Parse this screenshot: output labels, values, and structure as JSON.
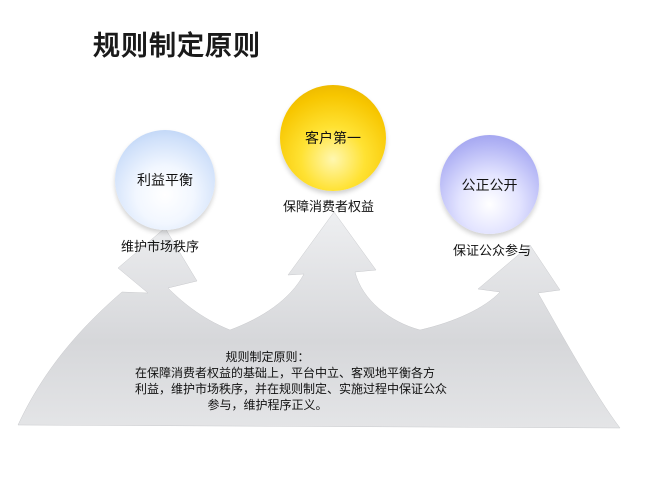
{
  "title": "规则制定原则",
  "nodes": {
    "left": {
      "circle_text": "利益平衡",
      "caption": "维护市场秩序"
    },
    "center": {
      "circle_text": "客户第一",
      "caption": "保障消费者权益"
    },
    "right": {
      "circle_text": "公正公开",
      "caption": "保证公众参与"
    }
  },
  "description": {
    "lines": [
      "规则制定原则：",
      "在保障消费者权益的基础上，平台中立、客观地平衡各方",
      "利益，维护市场秩序，并在规则制定、实施过程中保证公众",
      "参与，维护程序正义。"
    ]
  },
  "colors": {
    "arrow_fill": "#d9dadc",
    "circle_left": "#cfe0fa",
    "circle_center": "#f7c600",
    "circle_right": "#b3b5f5"
  }
}
